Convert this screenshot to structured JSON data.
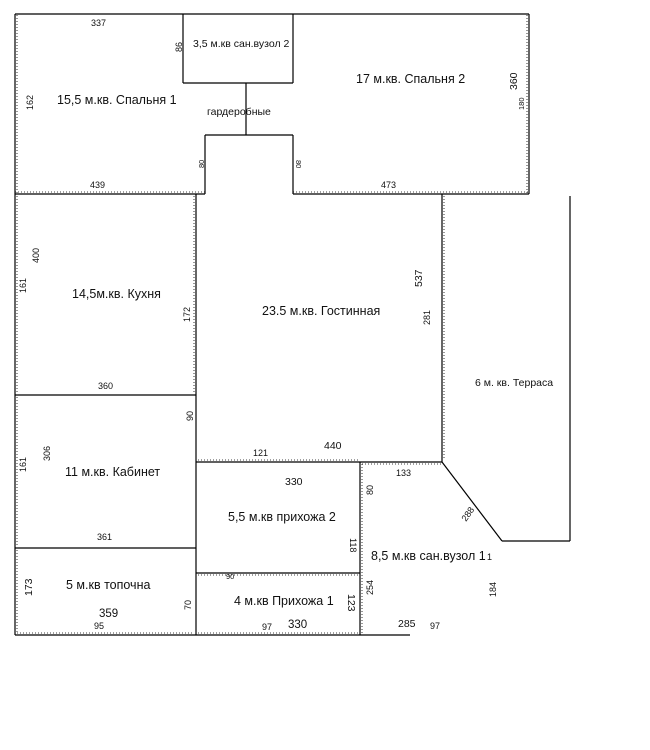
{
  "rooms": {
    "bedroom1": "15,5 м.кв. Спальня 1",
    "bathroom2": "3,5 м.кв сан.вузол 2",
    "bedroom2": "17 м.кв. Спальня 2",
    "wardrobes": "гардеробные",
    "kitchen": "14,5м.кв. Кухня",
    "living": "23.5 м.кв. Гостинная",
    "terrace": "6 м. кв. Терраса",
    "office": "11 м.кв. Кабинет",
    "hall2": "5,5 м.кв прихожа 2",
    "bathroom1": "8,5 м.кв сан.вузол 1",
    "boiler": "5 м.кв топочна",
    "hall1": "4 м.кв Прихожа 1"
  },
  "dims": {
    "d337": "337",
    "d86": "86",
    "d162": "162",
    "d360a": "360",
    "d180": "180",
    "d80a": "80",
    "d80b": "80",
    "d439": "439",
    "d473": "473",
    "d400": "400",
    "d161a": "161",
    "d172": "172",
    "d537": "537",
    "d281": "281",
    "d360b": "360",
    "d90a": "90",
    "d121": "121",
    "d440": "440",
    "d306": "306",
    "d161b": "161",
    "d330a": "330",
    "d133": "133",
    "d80c": "80",
    "d288": "288",
    "d361": "361",
    "d118": "118",
    "d90b": "90",
    "d173": "173",
    "d359": "359",
    "d70": "70",
    "d123": "123",
    "d254": "254",
    "d184": "184",
    "d1": "1",
    "d95": "95",
    "d97a": "97",
    "d330b": "330",
    "d285": "285",
    "d97b": "97"
  }
}
